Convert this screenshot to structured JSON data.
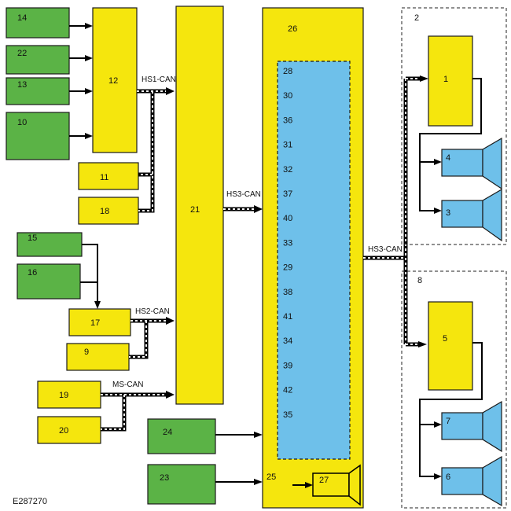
{
  "figure_id": "E287270",
  "buses": {
    "hs1": "HS1-CAN",
    "hs2": "HS2-CAN",
    "hs3_left": "HS3-CAN",
    "hs3_right": "HS3-CAN",
    "ms": "MS-CAN"
  },
  "colors": {
    "green": "#5bb346",
    "yellow": "#f5e60d",
    "blue": "#6ec0ea"
  },
  "boxes": {
    "b14": "14",
    "b22": "22",
    "b13": "13",
    "b10": "10",
    "b12": "12",
    "b11": "11",
    "b18": "18",
    "b15": "15",
    "b16": "16",
    "b17": "17",
    "b9": "9",
    "b19": "19",
    "b20": "20",
    "b21": "21",
    "b24": "24",
    "b23": "23",
    "b26": "26",
    "b25": "25",
    "b27": "27",
    "b2": "2",
    "b1": "1",
    "b4": "4",
    "b3": "3",
    "b8": "8",
    "b5": "5",
    "b7": "7",
    "b6": "6"
  },
  "inner_list": [
    "28",
    "30",
    "36",
    "31",
    "32",
    "37",
    "40",
    "33",
    "29",
    "38",
    "41",
    "34",
    "39",
    "42",
    "35"
  ]
}
